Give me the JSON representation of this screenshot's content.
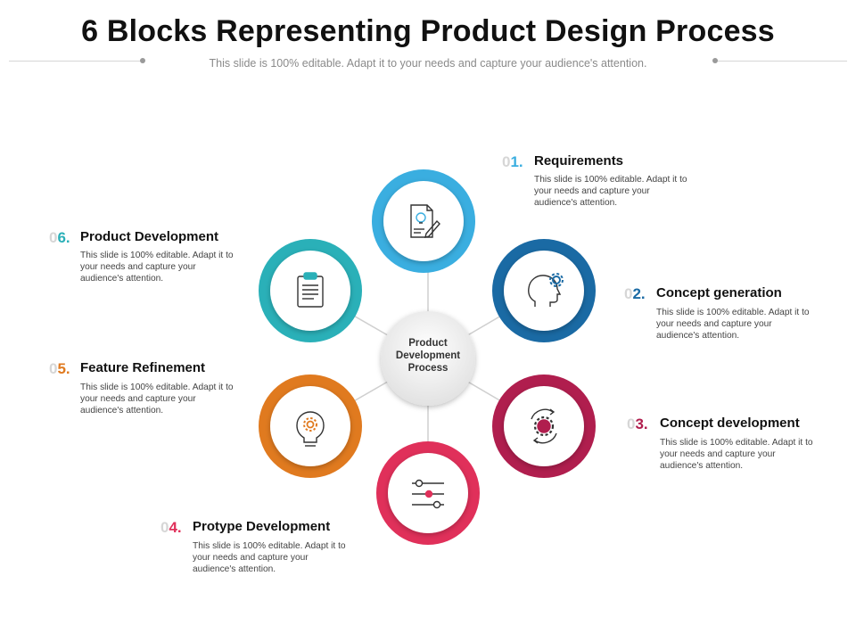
{
  "slide": {
    "title": "6 Blocks Representing Product Design Process",
    "subtitle": "This slide is 100% editable. Adapt it to your needs and capture your audience's attention."
  },
  "center": {
    "label": "Product Development Process"
  },
  "steps": [
    {
      "ghost": "0",
      "number": "1.",
      "heading": "Requirements",
      "text": "This slide is 100% editable. Adapt it to your needs and capture your audience's attention.",
      "color": "#3aaee0",
      "icon": "idea-document-icon"
    },
    {
      "ghost": "0",
      "number": "2.",
      "heading": "Concept generation",
      "text": "This slide is 100% editable. Adapt it to your needs and capture your audience's attention.",
      "color": "#1a6aa4",
      "icon": "head-gear-icon"
    },
    {
      "ghost": "0",
      "number": "3.",
      "heading": "Concept development",
      "text": "This slide is 100% editable. Adapt it to your needs and capture your audience's attention.",
      "color": "#b01e4e",
      "icon": "gear-cycle-icon"
    },
    {
      "ghost": "0",
      "number": "4.",
      "heading": "Protype Development",
      "text": "This slide is 100% editable. Adapt it to your needs and capture your audience's attention.",
      "color": "#e0305a",
      "icon": "sliders-icon"
    },
    {
      "ghost": "0",
      "number": "5.",
      "heading": "Feature Refinement",
      "text": "This slide is 100% editable. Adapt it to your needs and capture your audience's attention.",
      "color": "#e07a1f",
      "icon": "bulb-gear-icon"
    },
    {
      "ghost": "0",
      "number": "6.",
      "heading": "Product Development",
      "text": "This slide is 100% editable. Adapt it to your needs and capture your audience's attention.",
      "color": "#2ab0b8",
      "icon": "clipboard-icon"
    }
  ]
}
